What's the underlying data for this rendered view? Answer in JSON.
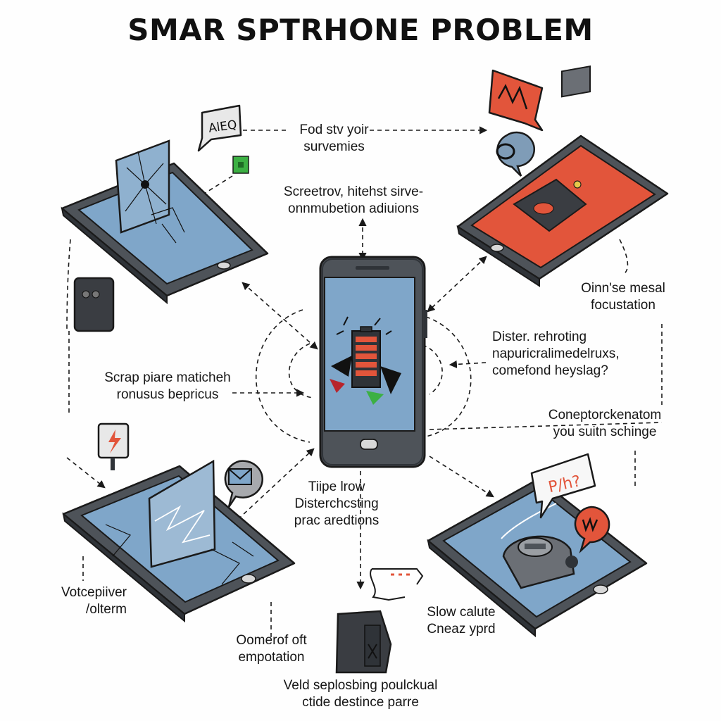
{
  "title": "SMAR SPTRHONE PROBLEM",
  "labels": {
    "top_center": [
      "Fod stv yoir",
      "survemies"
    ],
    "upper_center": [
      "Screetrov, hitehst sirve-",
      "onnmubetion adiuions"
    ],
    "right_upper": [
      "Oinn'se mesal",
      "focustation"
    ],
    "right_middle": [
      "Dister. rehroting",
      "napuricralimedelruxs,",
      "comefond heyslag?"
    ],
    "right_lower": [
      "Coneptorckenatom",
      "you suitn schinge"
    ],
    "left_middle": [
      "Scrap piare maticheh",
      "ronusus bepricus"
    ],
    "center_lower": [
      "Tiipe lrow",
      "Disterchcsting",
      "prac aredtions"
    ],
    "bottom_left": [
      "Votcepiiver",
      "/olterm"
    ],
    "bottom_center_left": [
      "Oomerof oft",
      "empotation"
    ],
    "bottom_right": [
      "Slow calute",
      "Cneaz yprd"
    ],
    "bottom": [
      "Veld seplosbing poulckual",
      "ctide destince parre"
    ]
  },
  "bubbles": {
    "top_left": "AlEQ",
    "bottom_right": "P/h?"
  },
  "colors": {
    "accent": "#e2553b",
    "screen": "#7fa6c9",
    "phone_body": "#555a60",
    "ink": "#1a1a1a",
    "green": "#3cb043"
  }
}
